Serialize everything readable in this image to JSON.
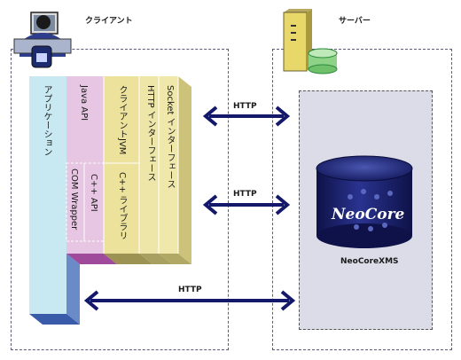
{
  "client": {
    "title": "クライアント",
    "layers": {
      "application": "アプリケーション",
      "java_api": "Java API",
      "com_wrapper": "COM Wrapper",
      "cpp_api": "C++ API",
      "client_jvm": "クライアントJVM",
      "cpp_library": "C++ ライブラリ",
      "http_interface": "HTTP インターフェース",
      "socket_interface": "Socket インターフェース"
    }
  },
  "server": {
    "title": "サーバー",
    "product": "NeoCoreXMS",
    "logo_text": "NeoCore"
  },
  "connections": [
    "HTTP",
    "HTTP",
    "HTTP"
  ],
  "colors": {
    "application": "#c8e8f2",
    "java_layer": "#e6c6e2",
    "jvm_layer": "#ece29c",
    "arrow": "#14186a",
    "db": "#141a5e",
    "server_inner": "#dcdce8"
  }
}
